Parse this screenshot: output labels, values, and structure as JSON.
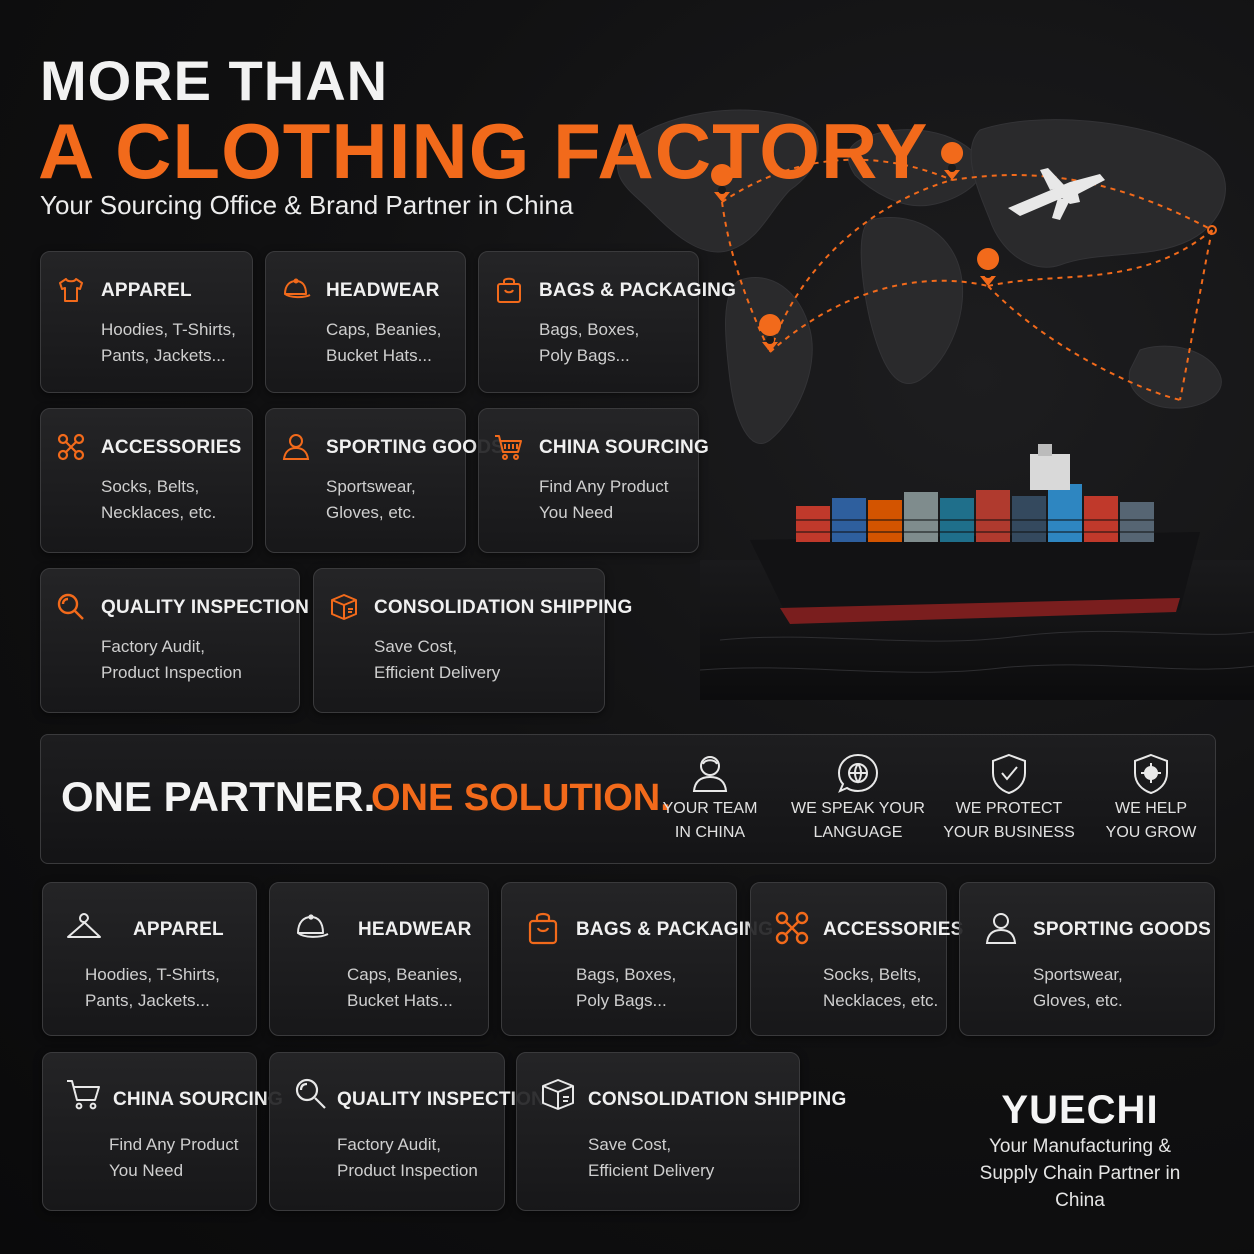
{
  "headline": {
    "line1": "MORE THAN",
    "line2": "A CLOTHING FACTORY",
    "subtitle": "Your Sourcing Office & Brand Partner in China"
  },
  "colors": {
    "accent": "#f26a1b",
    "background": "#0c0c0d",
    "card_border": "#3a3a3c"
  },
  "top_cards": [
    {
      "icon": "tshirt-icon",
      "title": "APPAREL",
      "line1": "Hoodies, T-Shirts,",
      "line2": "Pants, Jackets..."
    },
    {
      "icon": "cap-icon",
      "title": "HEADWEAR",
      "line1": "Caps, Beanies,",
      "line2": "Bucket Hats..."
    },
    {
      "icon": "bag-icon",
      "title": "BAGS & PACKAGING",
      "line1": "Bags, Boxes,",
      "line2": "Poly Bags..."
    },
    {
      "icon": "scissors-icon",
      "title": "ACCESSORIES",
      "line1": "Socks, Belts,",
      "line2": "Necklaces, etc."
    },
    {
      "icon": "person-icon",
      "title": "SPORTING GOODS",
      "line1": "Sportswear,",
      "line2": "Gloves, etc."
    },
    {
      "icon": "cart-icon",
      "title": "CHINA SOURCING",
      "line1": "Find Any Product",
      "line2": "You Need"
    },
    {
      "icon": "magnifier-icon",
      "title": "QUALITY INSPECTION",
      "line1": "Factory Audit,",
      "line2": "Product Inspection"
    },
    {
      "icon": "box-icon",
      "title": "CONSOLIDATION SHIPPING",
      "line1": "Save Cost,",
      "line2": "Efficient Delivery"
    }
  ],
  "banner": {
    "title_white": "ONE PARTNER.",
    "title_orange": "ONE SOLUTION.",
    "features": [
      {
        "icon": "team-person-icon",
        "line1": "YOUR TEAM",
        "line2": "IN CHINA"
      },
      {
        "icon": "speech-globe-icon",
        "line1": "WE SPEAK YOUR",
        "line2": "LANGUAGE"
      },
      {
        "icon": "shield-icon",
        "line1": "WE PROTECT",
        "line2": "YOUR BUSINESS"
      },
      {
        "icon": "growth-shield-icon",
        "line1": "WE HELP",
        "line2": "YOU GROW"
      }
    ]
  },
  "bottom_cards": [
    {
      "icon": "hanger-icon",
      "title": "APPAREL",
      "line1": "Hoodies, T-Shirts,",
      "line2": "Pants, Jackets..."
    },
    {
      "icon": "cap-icon",
      "title": "HEADWEAR",
      "line1": "Caps, Beanies,",
      "line2": "Bucket Hats..."
    },
    {
      "icon": "bag-icon",
      "title": "BAGS & PACKAGING",
      "line1": "Bags, Boxes,",
      "line2": "Poly Bags..."
    },
    {
      "icon": "scissors-icon",
      "title": "ACCESSORIES",
      "line1": "Socks, Belts,",
      "line2": "Necklaces, etc."
    },
    {
      "icon": "person-icon",
      "title": "SPORTING GOODS",
      "line1": "Sportswear,",
      "line2": "Gloves, etc."
    },
    {
      "icon": "cart-icon",
      "title": "CHINA SOURCING",
      "line1": "Find Any Product",
      "line2": "You Need"
    },
    {
      "icon": "magnifier-icon",
      "title": "QUALITY INSPECTION",
      "line1": "Factory Audit,",
      "line2": "Product Inspection"
    },
    {
      "icon": "box-icon",
      "title": "CONSOLIDATION SHIPPING",
      "line1": "Save Cost,",
      "line2": "Efficient Delivery"
    }
  ],
  "brand": {
    "name": "YUECHI",
    "tagline1": "Your Manufacturing &",
    "tagline2": "Supply Chain Partner in China"
  }
}
